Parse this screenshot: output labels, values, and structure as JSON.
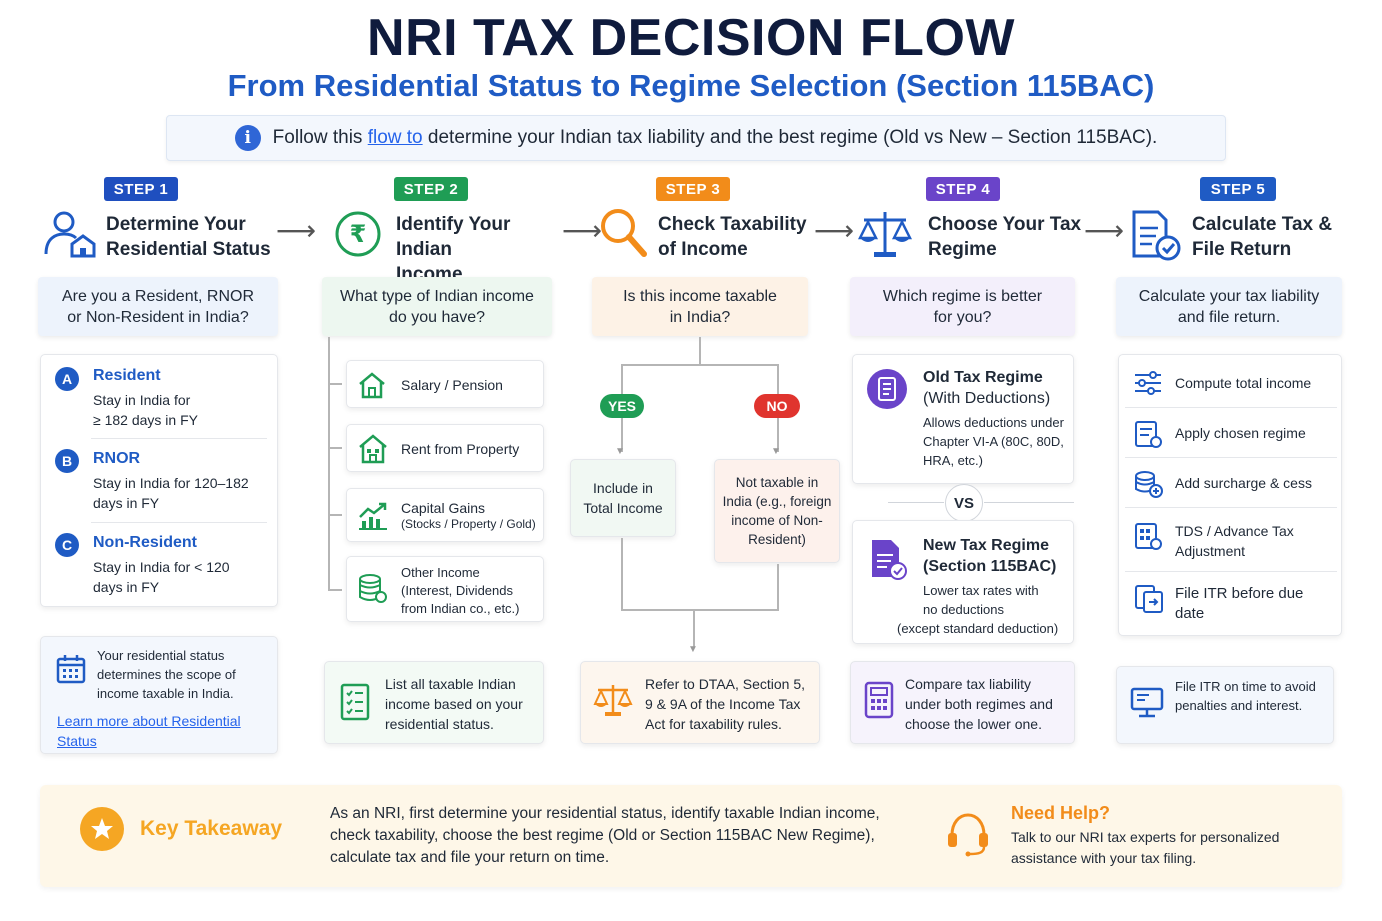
{
  "header": {
    "title": "NRI TAX DECISION FLOW",
    "subtitle": "From Residential Status to Regime Selection (Section 115BAC)",
    "info_pre": "Follow this ",
    "info_link": "flow to",
    "info_post": " determine your Indian tax liability and the best regime (Old vs New – Section 115BAC)."
  },
  "steps": [
    {
      "badge": "STEP 1",
      "title1": "Determine Your",
      "title2": "Residential Status",
      "question": "Are you a Resident, RNOR or Non-Resident in India?",
      "color": "#1f4fbf"
    },
    {
      "badge": "STEP 2",
      "title1": "Identify Your Indian",
      "title2": "Income",
      "question": "What type of Indian income do you have?",
      "color": "#1f9d55"
    },
    {
      "badge": "STEP 3",
      "title1": "Check Taxability",
      "title2": "of Income",
      "question": "Is this income taxable in India?",
      "color": "#f28c1a"
    },
    {
      "badge": "STEP 4",
      "title1": "Choose Your Tax",
      "title2": "Regime",
      "question": "Which regime is better for you?",
      "color": "#6a44c9"
    },
    {
      "badge": "STEP 5",
      "title1": "Calculate Tax &",
      "title2": "File Return",
      "question": "Calculate your tax liability and file return.",
      "color": "#1f5bc4"
    }
  ],
  "residency": [
    {
      "letter": "A",
      "title": "Resident",
      "desc1": "Stay in India for",
      "desc2": "≥ 182 days in FY"
    },
    {
      "letter": "B",
      "title": "RNOR",
      "desc1": "Stay in India for 120–182",
      "desc2": "days in FY"
    },
    {
      "letter": "C",
      "title": "Non-Resident",
      "desc1": "Stay in India for < 120",
      "desc2": "days in FY"
    }
  ],
  "residency_note": {
    "text": "Your residential status determines the scope of income taxable in India.",
    "link": "Learn more about Residential Status"
  },
  "income_types": [
    {
      "line1": "Salary / Pension",
      "line2": ""
    },
    {
      "line1": "Rent from Property",
      "line2": ""
    },
    {
      "line1": "Capital Gains",
      "line2": "(Stocks / Property / Gold)"
    },
    {
      "line1": "Other Income",
      "line2": "(Interest, Dividends from Indian co., etc.)"
    }
  ],
  "income_note": "List all taxable Indian income based on your residential status.",
  "taxability": {
    "yes": "YES",
    "no": "NO",
    "yes_box": "Include in Total Income",
    "no_box": "Not taxable in India (e.g., foreign income of Non-Resident)",
    "note": "Refer to DTAA, Section 5, 9 & 9A of the Income Tax Act for taxability rules."
  },
  "regimes": {
    "old_title1": "Old Tax Regime",
    "old_title2": "(With Deductions)",
    "old_desc": "Allows deductions under Chapter VI-A (80C, 80D, HRA, etc.)",
    "vs": "VS",
    "new_title1": "New Tax Regime",
    "new_title2": "(Section 115BAC)",
    "new_desc1": "Lower tax rates with",
    "new_desc2": "no deductions",
    "new_desc3": "(except standard deduction)",
    "note": "Compare tax liability under both regimes and choose the lower one."
  },
  "filing_steps": [
    "Compute total income",
    "Apply chosen regime",
    "Add surcharge & cess",
    "TDS / Advance Tax Adjustment",
    "File ITR before due date"
  ],
  "filing_note": "File ITR on time to avoid penalties and interest.",
  "footer": {
    "label": "Key Takeaway",
    "text": "As an NRI, first determine your residential status, identify taxable Indian income, check taxability, choose the best regime (Old or Section 115BAC New Regime), calculate tax and file your return on time.",
    "help_title": "Need Help?",
    "help_text": "Talk to our NRI tax experts for personalized assistance with your tax filing."
  },
  "colors": {
    "navy": "#0f1b3d",
    "blue": "#1f5bc4",
    "green": "#1f9d55",
    "orange": "#f28c1a",
    "purple": "#6a44c9",
    "red": "#e0342e"
  }
}
